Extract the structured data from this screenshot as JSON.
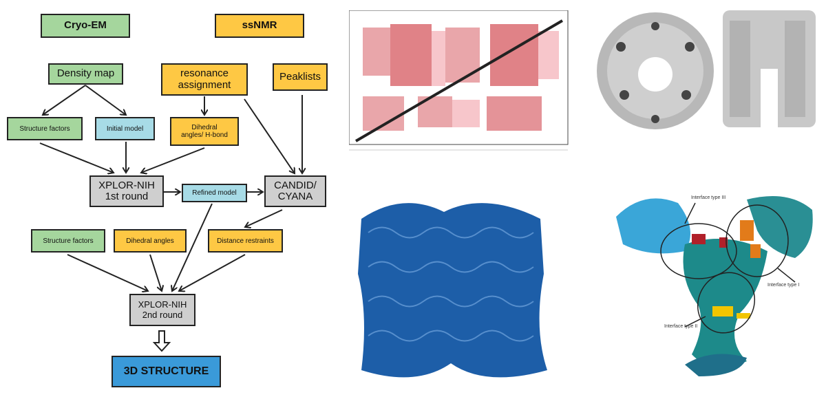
{
  "flowchart": {
    "cryo_em": "Cryo-EM",
    "ssnmr": "ssNMR",
    "density_map": "Density map",
    "resonance_assignment": "resonance assignment",
    "peaklists": "Peaklists",
    "structure_factors_1": "Structure factors",
    "initial_model": "Initial model",
    "dihedral_hbond": "Dihedral angles/ H-bond",
    "xplor_1": "XPLOR-NIH 1st round",
    "refined_model": "Refined model",
    "candid_cyana": "CANDID/ CYANA",
    "structure_factors_2": "Structure factors",
    "dihedral_angles": "Dihedral angles",
    "distance_restraints": "Distance restraints",
    "xplor_2": "XPLOR-NIH 2nd round",
    "structure_3d": "3D STRUCTURE"
  },
  "interface_panel": {
    "type3": "Interface type III",
    "type1": "Interface type I",
    "type2": "Interface type II"
  },
  "colors": {
    "green": "#a5d69d",
    "orange": "#fec844",
    "light_blue": "#a7dbe6",
    "gray": "#cfcfcf",
    "dark_blue": "#3a9ad9"
  }
}
